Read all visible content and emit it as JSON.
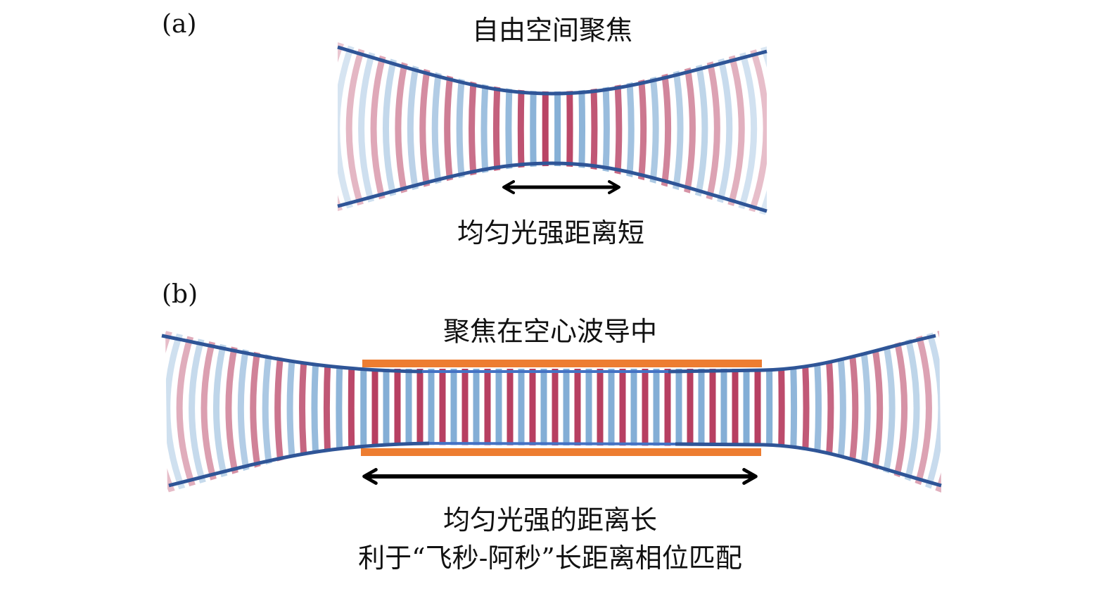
{
  "panel_a": {
    "label": "(a)",
    "title": "自由空间聚焦",
    "caption": "均匀光强距离短"
  },
  "panel_b": {
    "label": "(b)",
    "title": "聚焦在空心波导中",
    "caption_line1": "均匀光强的距离长",
    "caption_line2": "利于“飞秒-阿秒”长距离相位匹配"
  },
  "colors": {
    "envelope": "#2f5597",
    "waveguide": "#ed7d31",
    "inner_line": "#4472c4",
    "wave_red": "#a50f3a",
    "wave_blue": "#4f8cc4",
    "arrow": "#000000"
  }
}
